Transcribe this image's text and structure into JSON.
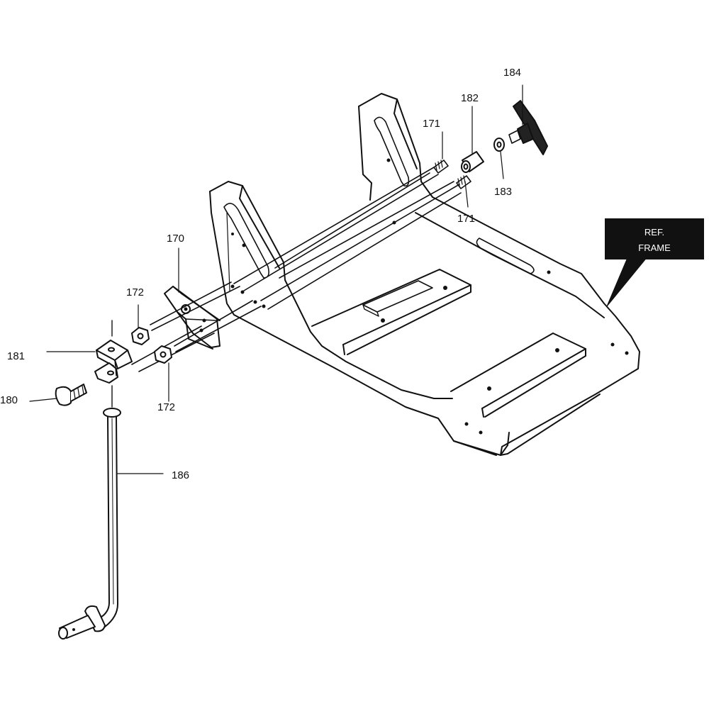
{
  "part_labels": {
    "p184": "184",
    "p182": "182",
    "p171_top": "171",
    "p183": "183",
    "p171_bottom": "171",
    "p170": "170",
    "p172_top": "172",
    "p181": "181",
    "p180": "180",
    "p172_bottom": "172",
    "p186": "186"
  },
  "reference_callout": {
    "line1": "REF.",
    "line2": "FRAME"
  },
  "colors": {
    "line": "#111111",
    "callout_bg": "#111111",
    "callout_text": "#ffffff"
  }
}
